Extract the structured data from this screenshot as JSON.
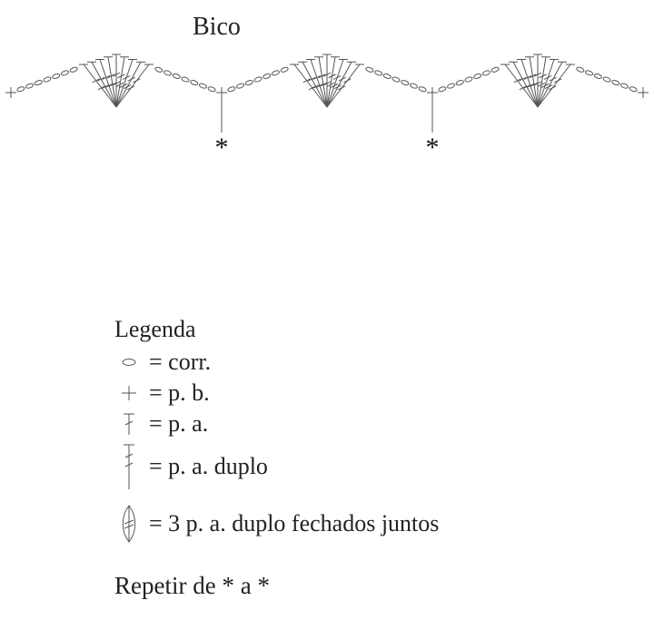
{
  "chart": {
    "title": "Bico",
    "repeat_marker": "*",
    "stitches": {
      "chain": "corr.",
      "single_crochet": "p. b.",
      "double_crochet": "p. a.",
      "treble_crochet": "p. a. duplo",
      "cluster": "3 p. a. duplo fechados juntos"
    },
    "scallops": 3,
    "repeat_marks": 2
  },
  "legend": {
    "title": "Legenda",
    "items": [
      {
        "symbol": "chain-oval",
        "text": "= corr."
      },
      {
        "symbol": "plus",
        "text": "= p. b."
      },
      {
        "symbol": "double-crochet",
        "text": "= p. a."
      },
      {
        "symbol": "treble-crochet",
        "text": "= p. a. duplo"
      },
      {
        "symbol": "cluster",
        "text": "= 3 p. a. duplo fechados juntos"
      }
    ]
  },
  "instructions": {
    "repeat": "Repetir de * a *"
  }
}
